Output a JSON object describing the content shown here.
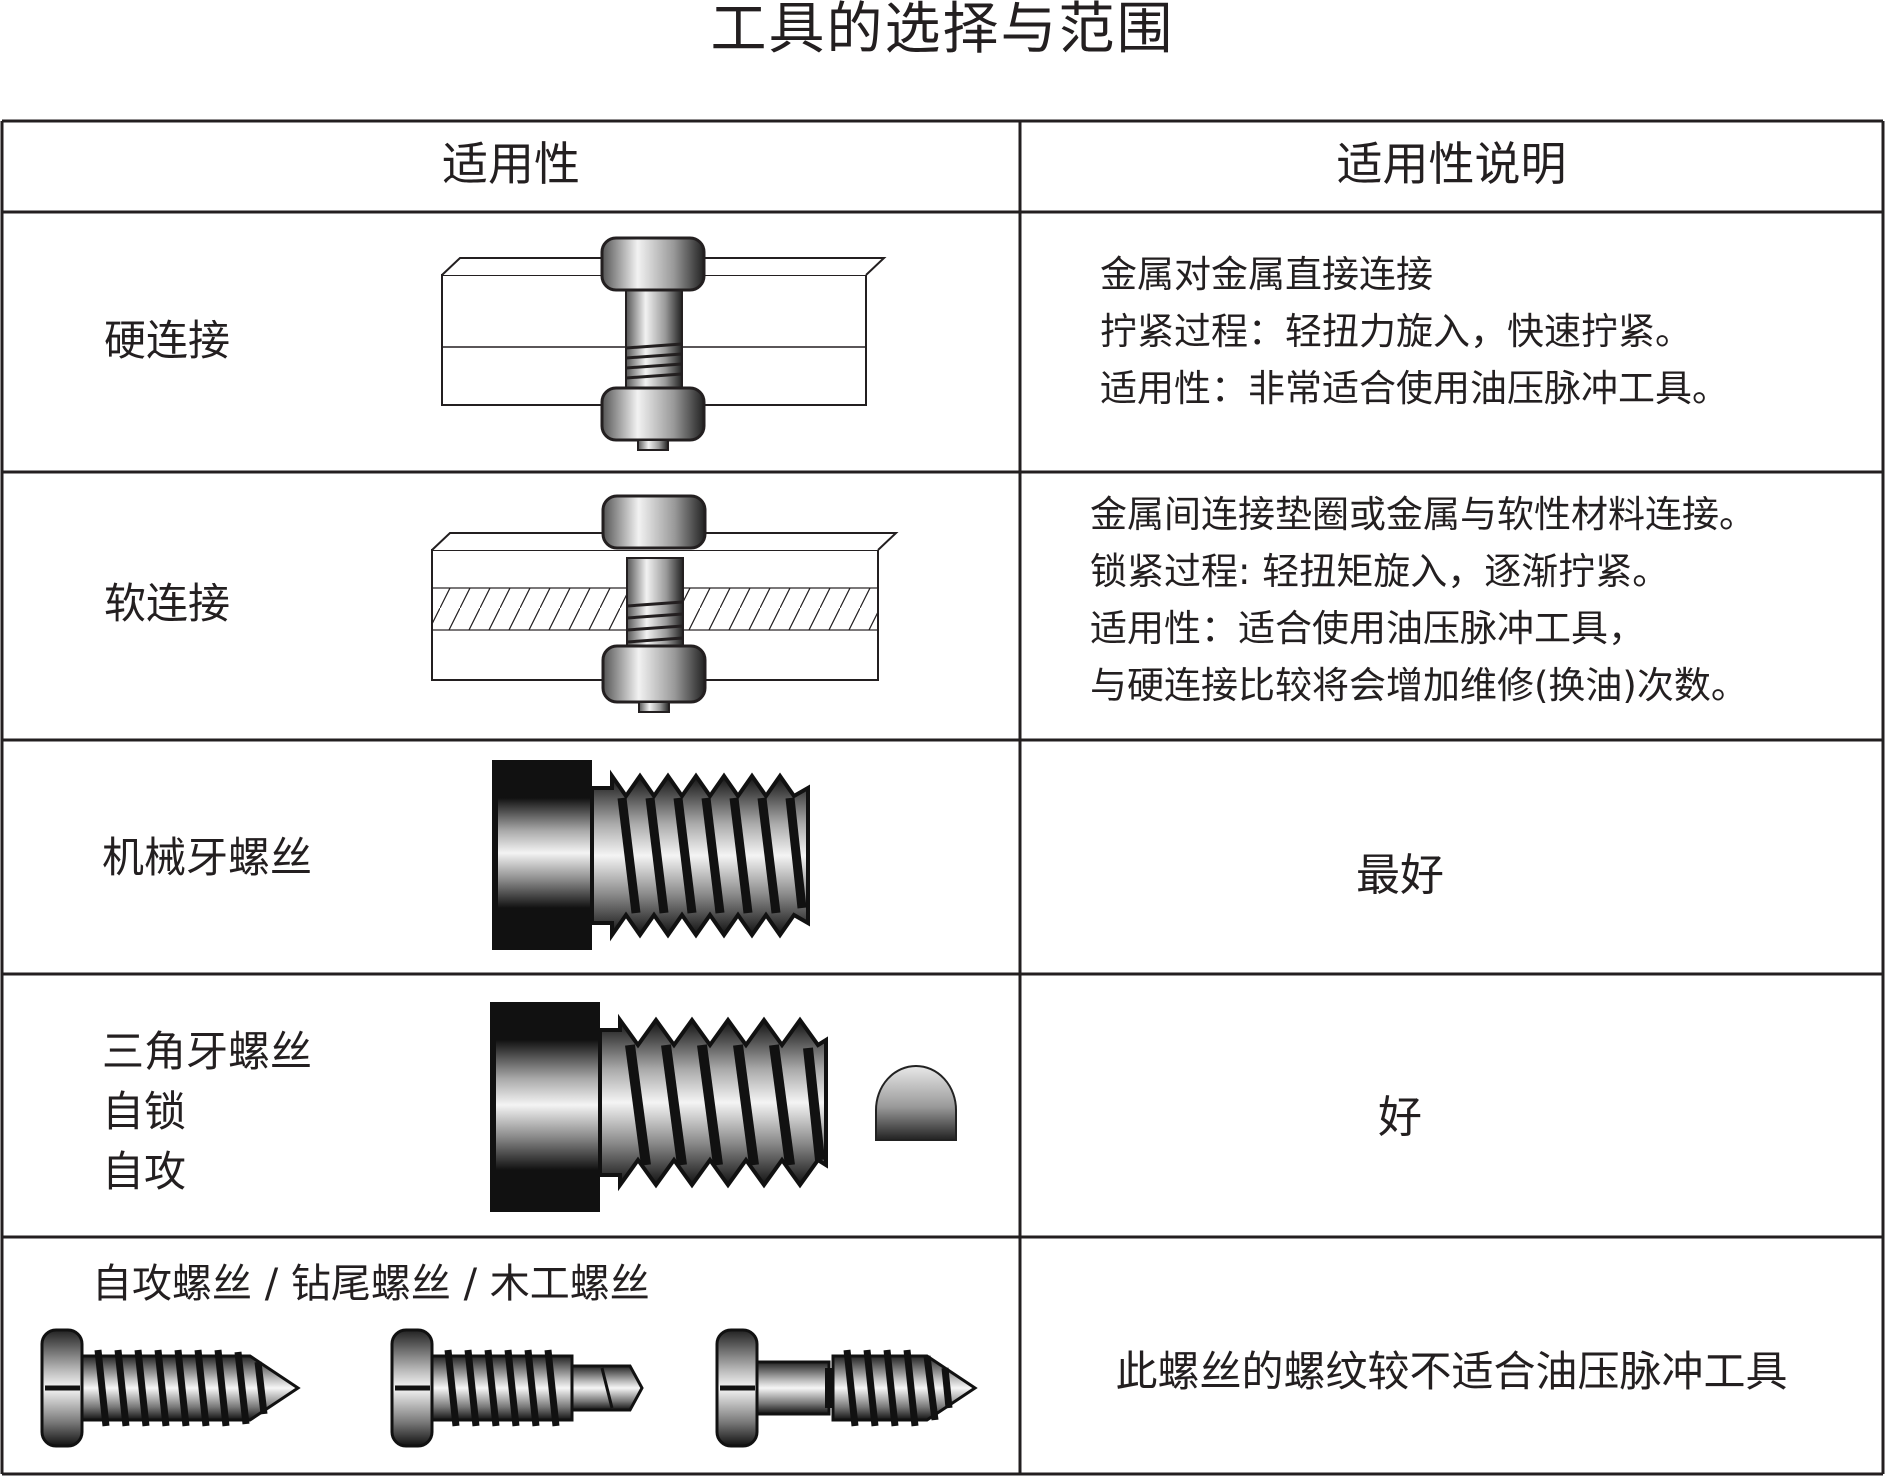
{
  "title": "工具的选择与范围",
  "table": {
    "headers": [
      "适用性",
      "适用性说明"
    ],
    "rows": [
      {
        "label_lines": [
          "硬连接"
        ],
        "desc_lines": [
          "金属对金属直接连接",
          "拧紧过程：轻扭力旋入，快速拧紧。",
          "适用性：非常适合使用油压脉冲工具。"
        ],
        "image_icon": "hard-joint-bolt-icon"
      },
      {
        "label_lines": [
          "软连接"
        ],
        "desc_lines": [
          "金属间连接垫圈或金属与软性材料连接。",
          "锁紧过程: 轻扭矩旋入，逐渐拧紧。",
          "适用性：适合使用油压脉冲工具，",
          "与硬连接比较将会增加维修(换油)次数。"
        ],
        "image_icon": "soft-joint-bolt-icon"
      },
      {
        "label_lines": [
          "机械牙螺丝"
        ],
        "desc_lines": [
          "最好"
        ],
        "image_icon": "machine-thread-screw-icon"
      },
      {
        "label_lines": [
          "三角牙螺丝",
          "自锁",
          "自攻"
        ],
        "desc_lines": [
          "好"
        ],
        "image_icon": "triangular-thread-screw-icon"
      },
      {
        "label_lines": [
          "自攻螺丝 / 钻尾螺丝 / 木工螺丝"
        ],
        "desc_lines": [
          "此螺丝的螺纹较不适合油压脉冲工具"
        ],
        "image_icons": [
          "self-tapping-screw-icon",
          "self-drilling-screw-icon",
          "wood-screw-icon"
        ]
      }
    ]
  }
}
